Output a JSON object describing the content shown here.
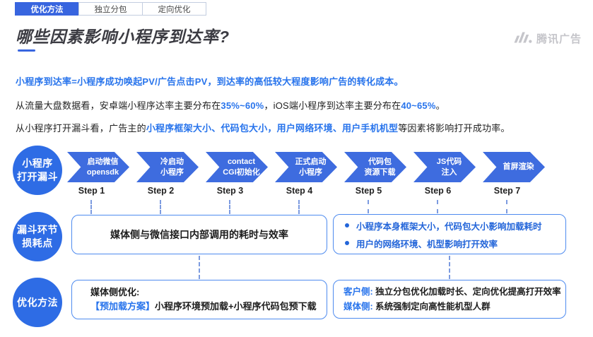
{
  "colors": {
    "primary_blue": "#3865DF",
    "arrow_blue": "#3E6CDF",
    "circle_blue": "#2E6CE5",
    "text_blue": "#2874EC",
    "box_border_blue": "#4E8BEF",
    "dash_blue": "#7C9BE0",
    "logo_gray": "#C5C5CA"
  },
  "tabs": [
    {
      "label": "优化方法",
      "active": true
    },
    {
      "label": "独立分包",
      "active": false
    },
    {
      "label": "定向优化",
      "active": false
    }
  ],
  "header": {
    "title": "哪些因素影响小程序到达率?",
    "logo_text": "腾讯广告"
  },
  "intro": {
    "p1": "小程序到达率=小程序成功唤起PV/广告点击PV，到达率的高低较大程度影响广告的转化成本。",
    "p2": [
      {
        "text": "从流量大盘数据看，安卓端小程序达率主要分布在"
      },
      {
        "text": "35%~60%"
      },
      {
        "text": "，iOS端小程序到达率主要分布在"
      },
      {
        "text": "40~65%"
      },
      {
        "text": "。"
      }
    ],
    "p3": [
      {
        "text": "从小程序打开漏斗看，广告主的"
      },
      {
        "text": "小程序框架大小、代码包大小，用户网络环境、用户手机机型"
      },
      {
        "text": "等因素将影响打开成功率。"
      }
    ]
  },
  "funnel": {
    "row_label": [
      "小程序",
      "打开漏斗"
    ],
    "steps": [
      {
        "line1": "启动微信",
        "line2": "opensdk",
        "step": "Step 1"
      },
      {
        "line1": "冷启动",
        "line2": "小程序",
        "step": "Step 2"
      },
      {
        "line1": "contact",
        "line2": "CGI初始化",
        "step": "Step 3"
      },
      {
        "line1": "正式启动",
        "line2": "小程序",
        "step": "Step 4"
      },
      {
        "line1": "代码包",
        "line2": "资源下载",
        "step": "Step 5"
      },
      {
        "line1": "JS代码",
        "line2": "注入",
        "step": "Step 6"
      },
      {
        "line1": "首屏渲染",
        "line2": "",
        "step": "Step 7"
      }
    ]
  },
  "loss": {
    "row_label": [
      "漏斗环节",
      "损耗点"
    ],
    "box_left": "媒体侧与微信接口内部调用的耗时与效率",
    "box_right_bullets": [
      "小程序本身框架大小，代码包大小影响加载耗时",
      "用户的网络环境、机型影响打开效率"
    ]
  },
  "optimize": {
    "row_label": [
      "优化方法"
    ],
    "box_left": {
      "title": "媒体侧优化:",
      "highlight": "【预加载方案】",
      "rest": "小程序环境预加载+小程序代码包预下载"
    },
    "box_right": [
      {
        "prefix": "客户侧:",
        "text": " 独立分包优化加载时长、定向优化提高打开效率"
      },
      {
        "prefix": "媒体侧:",
        "text": " 系统强制定向高性能机型人群"
      }
    ]
  }
}
